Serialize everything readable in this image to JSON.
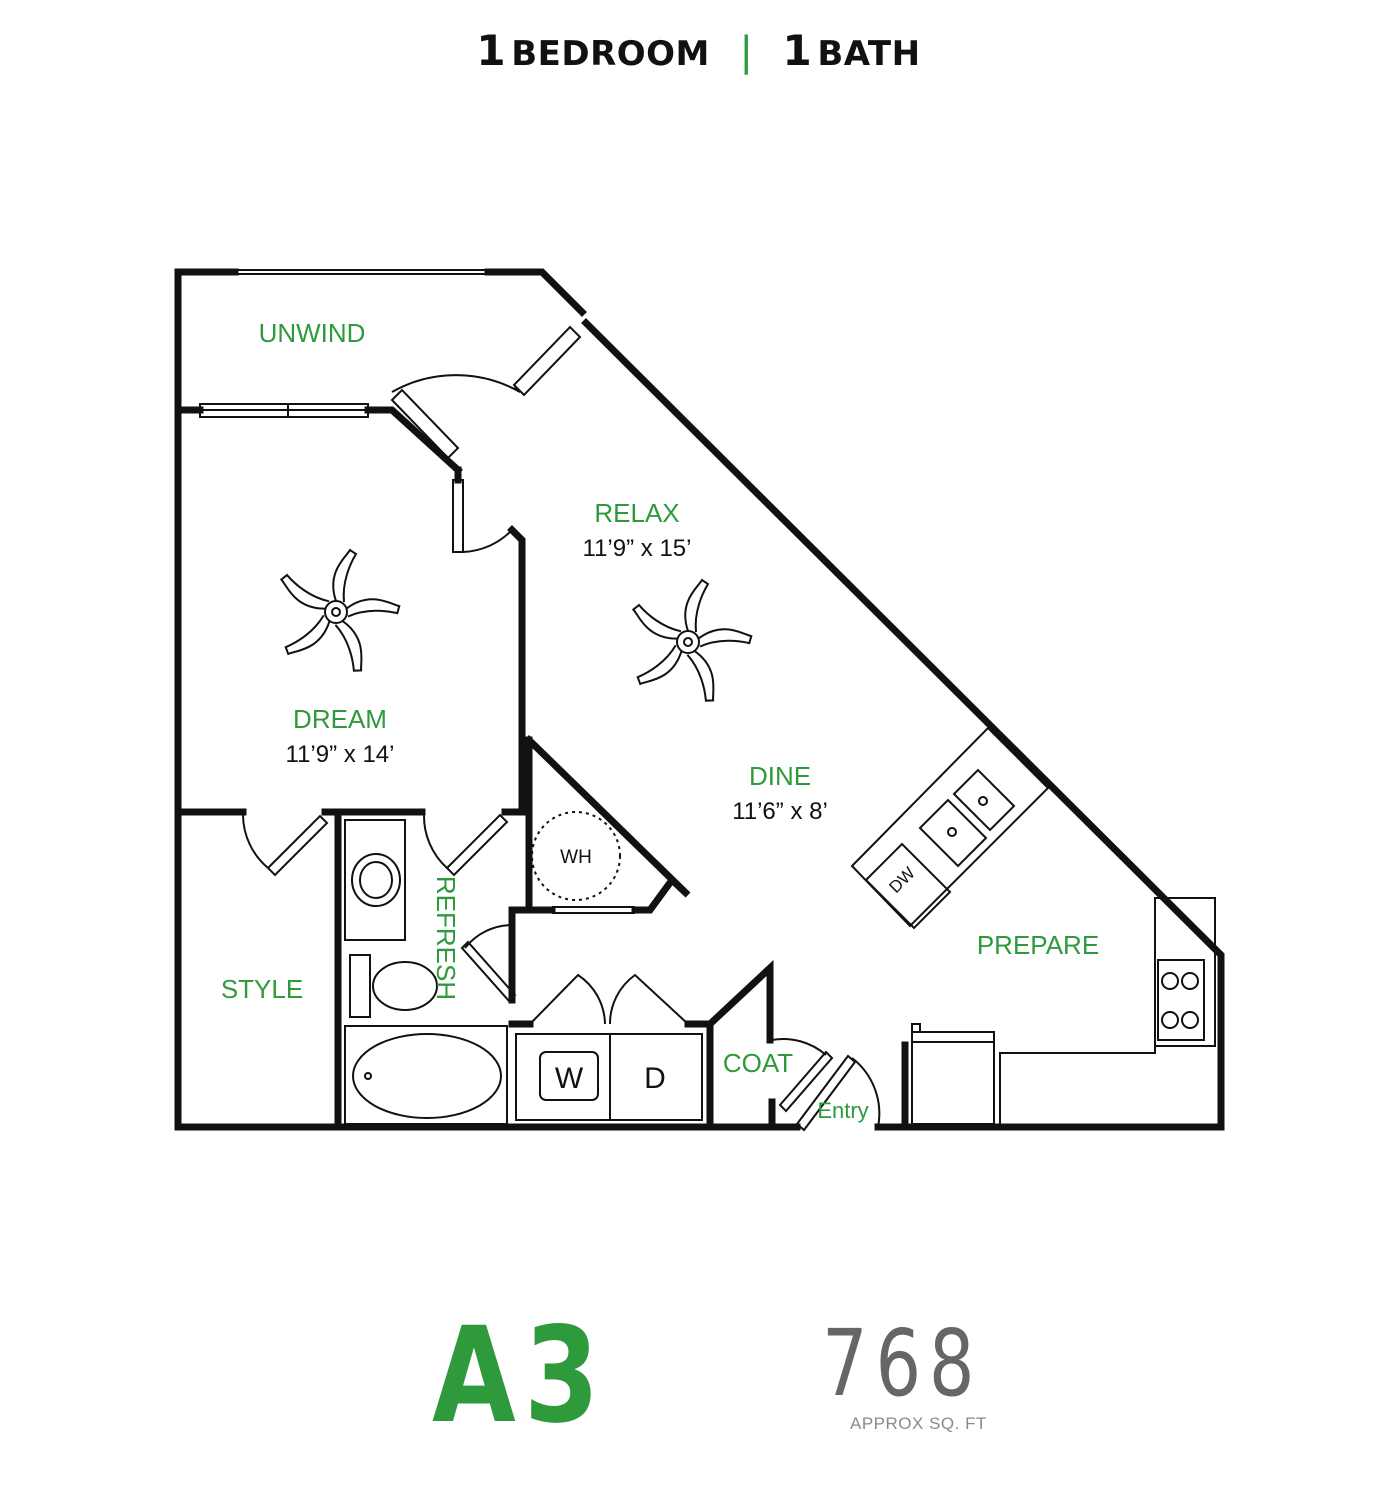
{
  "header": {
    "bedroom_count": "1",
    "bedroom_word": "BEDROOM",
    "separator": "|",
    "bath_count": "1",
    "bath_word": "BATH"
  },
  "rooms": {
    "unwind": {
      "name": "UNWIND"
    },
    "relax": {
      "name": "RELAX",
      "size": "11’9” x 15’"
    },
    "dream": {
      "name": "DREAM",
      "size": "11’9” x 14’"
    },
    "dine": {
      "name": "DINE",
      "size": "11’6” x 8’"
    },
    "prepare": {
      "name": "PREPARE"
    },
    "style": {
      "name": "STYLE"
    },
    "refresh": {
      "name": "REFRESH"
    },
    "coat": {
      "name": "COAT"
    },
    "entry": {
      "name": "Entry"
    }
  },
  "fixtures": {
    "water_heater": "WH",
    "washer": "W",
    "dryer": "D",
    "dishwasher": "DW"
  },
  "unit": {
    "code": "A3",
    "sqft": "768",
    "sqft_label": "APPROX SQ. FT"
  },
  "colors": {
    "accent_green": "#2e9a3c",
    "wall": "#111111",
    "sqft_gray": "#666666"
  },
  "icons": [
    "ceiling-fan-icon",
    "sink-icon",
    "toilet-icon",
    "bathtub-icon",
    "cooktop-icon"
  ]
}
